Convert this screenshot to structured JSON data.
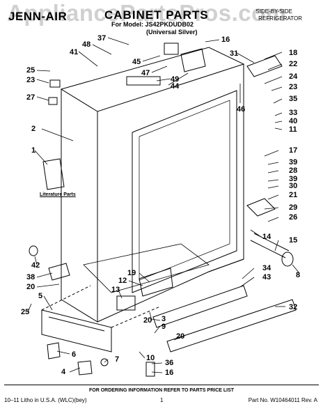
{
  "header": {
    "brand": "JENN-AIR",
    "title": "CABINET PARTS",
    "for_model": "For Model: JS42PKDUDB02",
    "variant": "(Universal Silver)",
    "product_type_1": "SIDE-BY-SIDE",
    "product_type_2": "REFRIGERATOR"
  },
  "watermark": "AppliancePartsPros.com",
  "literature_label": "Literature Parts",
  "order_note": "FOR ORDERING INFORMATION REFER TO PARTS PRICE LIST",
  "footer": {
    "left": "10–11 Litho in U.S.A. (WLC)(bey)",
    "center": "1",
    "right": "Part No. W10464011 Rev. A"
  },
  "callouts": [
    "37",
    "48",
    "41",
    "45",
    "47",
    "49",
    "44",
    "16",
    "31",
    "18",
    "22",
    "24",
    "23",
    "35",
    "33",
    "40",
    "11",
    "46",
    "25",
    "23",
    "27",
    "2",
    "1",
    "17",
    "39",
    "28",
    "39",
    "30",
    "21",
    "29",
    "26",
    "14",
    "15",
    "8",
    "42",
    "38",
    "20",
    "19",
    "12",
    "13",
    "34",
    "43",
    "32",
    "5",
    "25",
    "3",
    "20",
    "9",
    "20",
    "6",
    "7",
    "4",
    "10",
    "36",
    "16"
  ]
}
